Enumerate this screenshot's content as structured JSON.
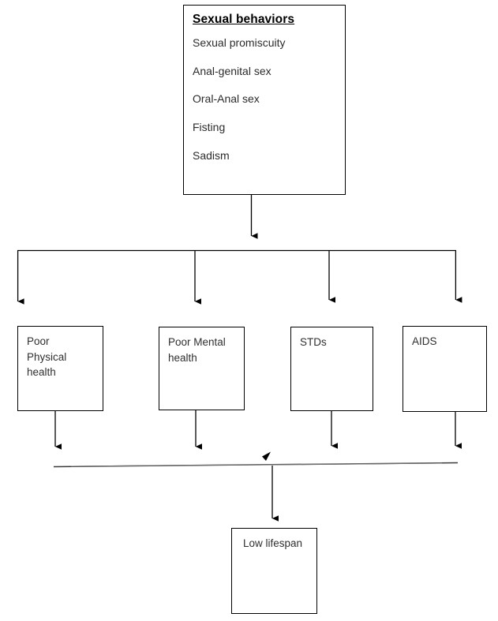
{
  "diagram": {
    "title_node": {
      "heading": "Sexual behaviors",
      "items": [
        "Sexual promiscuity",
        "Anal-genital sex",
        "Oral-Anal sex",
        "Fisting",
        "Sadism"
      ]
    },
    "outcome_nodes": [
      {
        "id": "poor-physical-health",
        "label": "Poor\nPhysical\nhealth"
      },
      {
        "id": "poor-mental-health",
        "label": "Poor Mental\nhealth"
      },
      {
        "id": "stds",
        "label": "STDs"
      },
      {
        "id": "aids",
        "label": "AIDS"
      }
    ],
    "final_node": {
      "id": "low-lifespan",
      "label": "Low lifespan"
    },
    "colors": {
      "stroke": "#000000",
      "text": "#2f2f2f",
      "heading": "#000000",
      "background": "#ffffff",
      "merge_line": "#555555"
    }
  }
}
